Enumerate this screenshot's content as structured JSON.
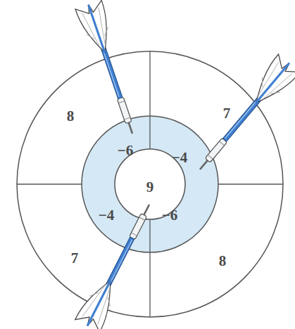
{
  "diagram": {
    "labels": [
      "8",
      "7",
      "−6",
      "−4",
      "9",
      "−4",
      "−6",
      "7",
      "8"
    ]
  }
}
